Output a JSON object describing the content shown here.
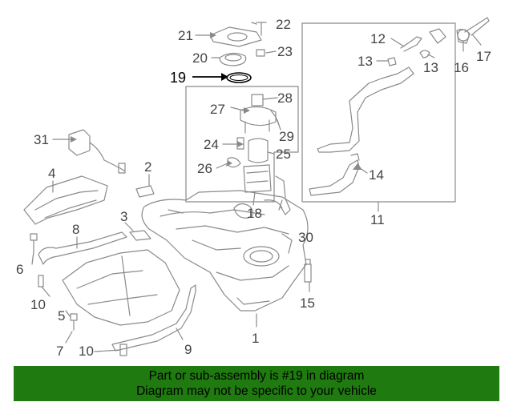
{
  "diagram": {
    "callouts": [
      "1",
      "2",
      "3",
      "4",
      "5",
      "6",
      "7",
      "8",
      "9",
      "10",
      "10",
      "11",
      "12",
      "13",
      "13",
      "14",
      "15",
      "16",
      "17",
      "18",
      "19",
      "20",
      "21",
      "22",
      "23",
      "24",
      "25",
      "26",
      "27",
      "28",
      "29",
      "30",
      "31"
    ],
    "highlighted_part": "19"
  },
  "banner": {
    "line1": "Part or sub-assembly is #19 in diagram",
    "line2": "Diagram may not be specific to your vehicle"
  },
  "colors": {
    "banner_bg": "#1f7a0f",
    "line_art": "#8a8a8a",
    "highlight": "#000000"
  }
}
